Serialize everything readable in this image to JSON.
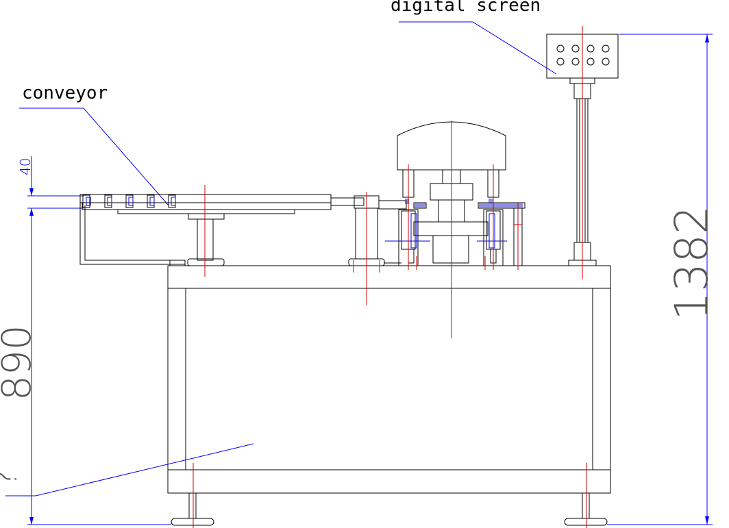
{
  "labels": {
    "digital_screen": "digital screen",
    "conveyor": "conveyor",
    "unknown_callout": "?"
  },
  "dimensions": {
    "top_gap": "40",
    "table_height": "890",
    "overall_height": "1382"
  },
  "colors": {
    "outline": "#000000",
    "leader": "#0000ff",
    "dimension": "#0000ff",
    "centerline": "#cc0000",
    "detail_fill": "#3333cc"
  }
}
